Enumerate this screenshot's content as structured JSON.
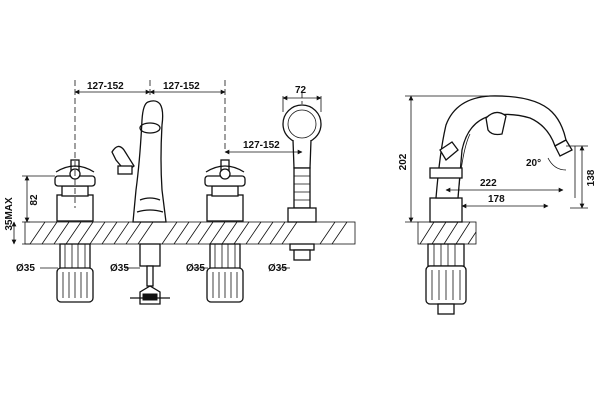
{
  "front_view": {
    "dims": {
      "spacing_left": "127-152",
      "spacing_right": "127-152",
      "spacing_handshower": "127-152",
      "handshower_width": "72",
      "deck_max": "35MAX",
      "handle_height": "82"
    },
    "diameters": [
      "Ø35",
      "Ø35",
      "Ø35",
      "Ø35"
    ]
  },
  "side_view": {
    "dims": {
      "total_height": "202",
      "spout_height": "138",
      "reach_outer": "222",
      "reach_inner": "178",
      "angle": "20°"
    }
  }
}
